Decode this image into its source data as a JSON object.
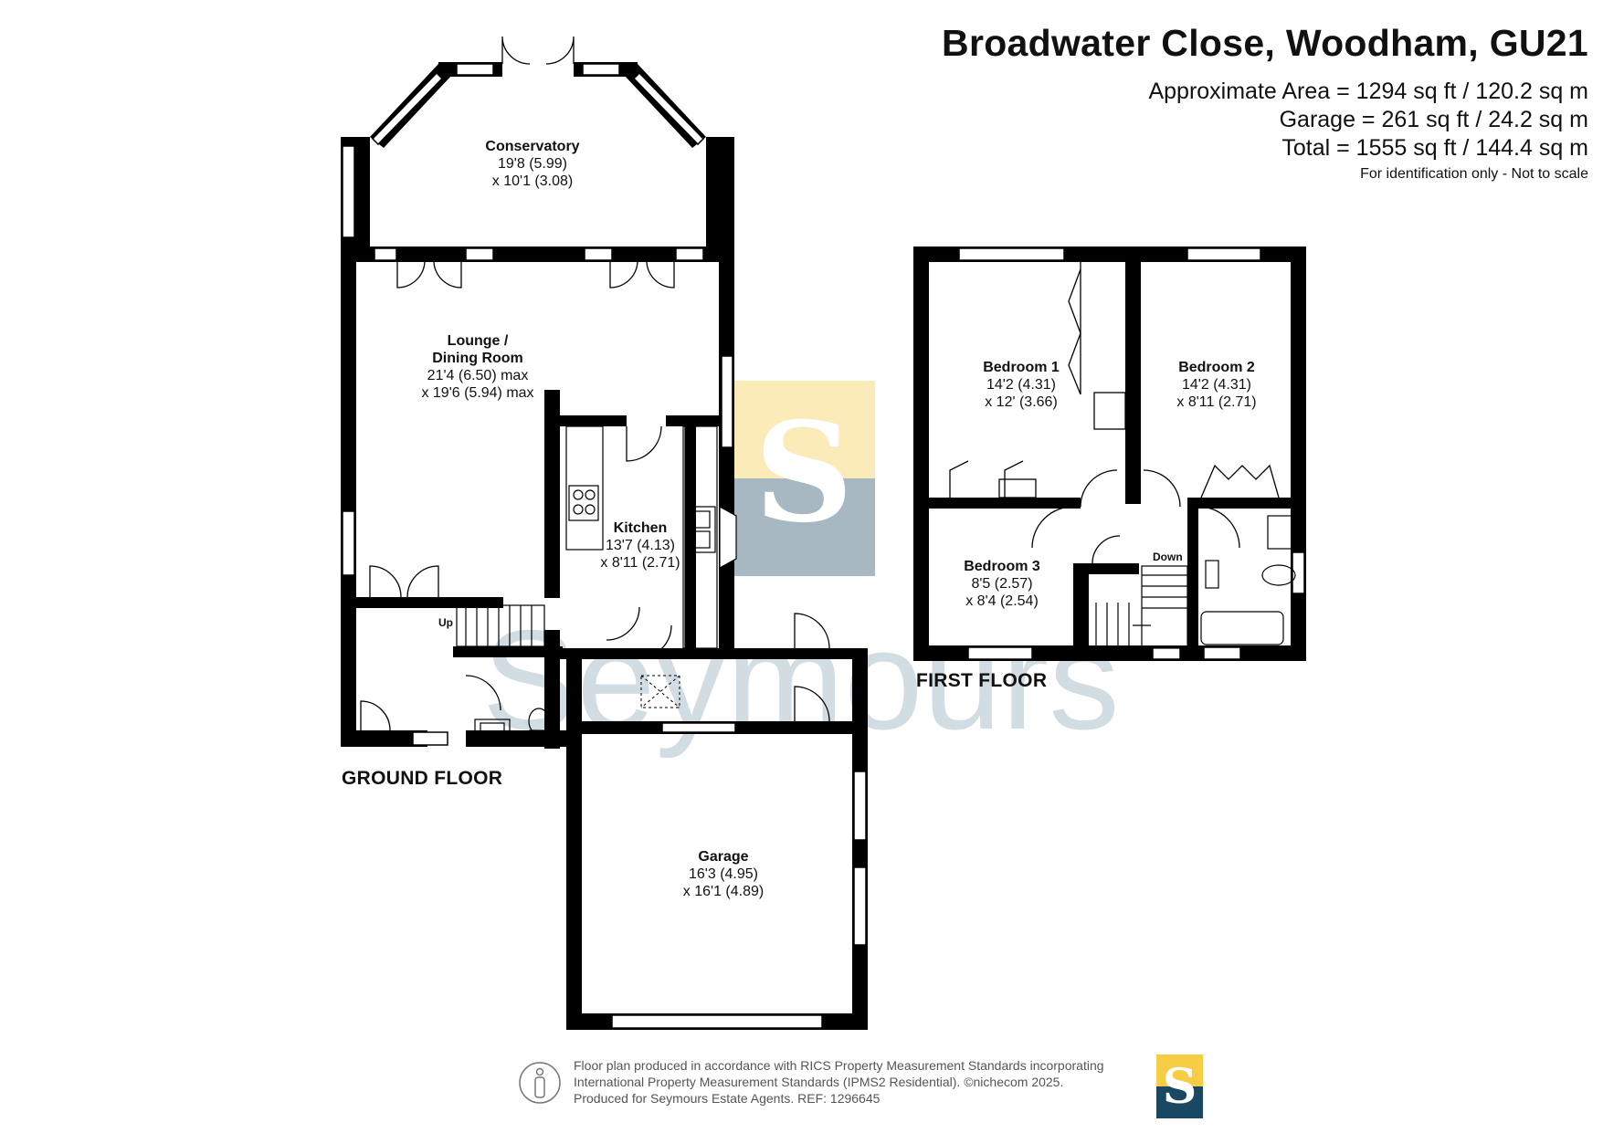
{
  "header": {
    "title": "Broadwater Close, Woodham, GU21",
    "area_line": "Approximate Area = 1294 sq ft / 120.2 sq m",
    "garage_line": "Garage = 261 sq ft / 24.2 sq m",
    "total_line": "Total = 1555 sq ft / 144.4 sq m",
    "note": "For identification only - Not to scale"
  },
  "rooms": {
    "conservatory": {
      "name": "Conservatory",
      "dim1": "19'8 (5.99)",
      "dim2": "x 10'1 (3.08)"
    },
    "lounge": {
      "name1": "Lounge /",
      "name2": "Dining Room",
      "dim1": "21'4 (6.50) max",
      "dim2": "x 19'6 (5.94) max"
    },
    "kitchen": {
      "name": "Kitchen",
      "dim1": "13'7 (4.13)",
      "dim2": "x 8'11 (2.71)"
    },
    "garage": {
      "name": "Garage",
      "dim1": "16'3 (4.95)",
      "dim2": "x 16'1 (4.89)"
    },
    "bedroom1": {
      "name": "Bedroom 1",
      "dim1": "14'2 (4.31)",
      "dim2": "x 12' (3.66)"
    },
    "bedroom2": {
      "name": "Bedroom 2",
      "dim1": "14'2 (4.31)",
      "dim2": "x 8'11 (2.71)"
    },
    "bedroom3": {
      "name": "Bedroom 3",
      "dim1": "8'5 (2.57)",
      "dim2": "x 8'4 (2.54)"
    }
  },
  "stairs": {
    "up": "Up",
    "down": "Down"
  },
  "floors": {
    "ground": "GROUND FLOOR",
    "first": "FIRST FLOOR"
  },
  "watermark": {
    "text": "Seymours",
    "logo_letter": "S"
  },
  "footer": {
    "line1": "Floor plan produced in accordance with RICS Property Measurement Standards incorporating",
    "line2": "International Property Measurement Standards (IPMS2 Residential).   ©nichecom 2025.",
    "line3": "Produced for Seymours Estate Agents.    REF:  1296645",
    "logo_letter": "S"
  },
  "colors": {
    "wall": "#000000",
    "window": "#ffffff",
    "logo_yellow": "#f7cd46",
    "logo_blue": "#1a4862",
    "watermark": "#c9d6df"
  }
}
